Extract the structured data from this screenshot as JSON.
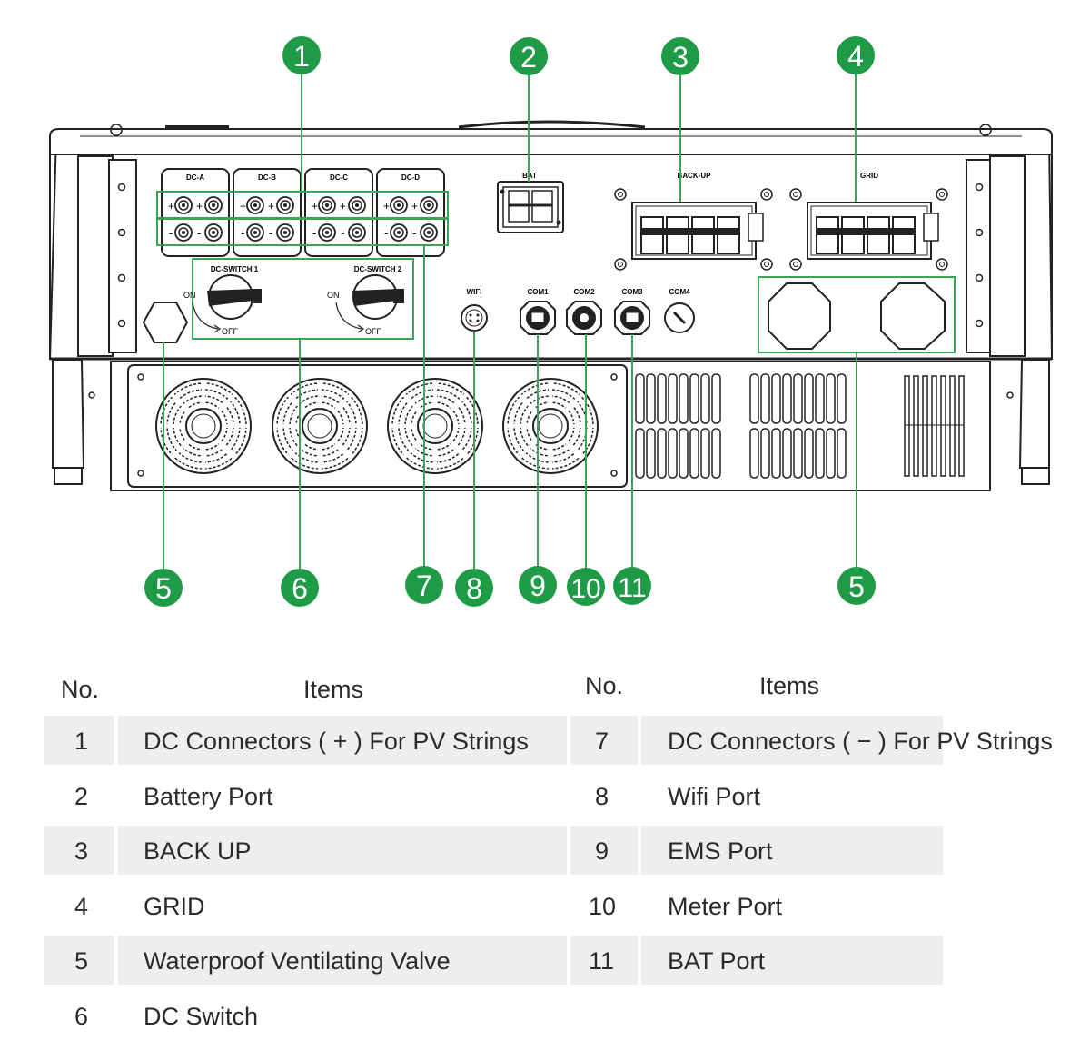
{
  "panel_labels": {
    "dc_a": "DC-A",
    "dc_b": "DC-B",
    "dc_c": "DC-C",
    "dc_d": "DC-D",
    "bat": "BAT",
    "backup": "BACK-UP",
    "grid": "GRID",
    "dc_switch_1": "DC-SWITCH 1",
    "dc_switch_2": "DC-SWITCH 2",
    "on": "ON",
    "off": "OFF",
    "wifi": "WIFI",
    "com1": "COM1",
    "com2": "COM2",
    "com3": "COM3",
    "com4": "COM4",
    "plus": "+",
    "minus": "-"
  },
  "callouts": {
    "c1": "1",
    "c2": "2",
    "c3": "3",
    "c4": "4",
    "c5a": "5",
    "c6": "6",
    "c7": "7",
    "c8": "8",
    "c9": "9",
    "c10": "10",
    "c11": "11",
    "c5b": "5"
  },
  "colors": {
    "callout_green": "#1f9a47",
    "highlight_green": "#3aa655",
    "row_shade": "#eeeeee"
  },
  "table": {
    "headers": {
      "no_left": "No.",
      "items_left": "Items",
      "no_right": "No.",
      "items_right": "Items"
    },
    "left": [
      {
        "no": "1",
        "item": "DC Connectors ( + ) For PV Strings"
      },
      {
        "no": "2",
        "item": "Battery Port"
      },
      {
        "no": "3",
        "item": "BACK UP"
      },
      {
        "no": "4",
        "item": "GRID"
      },
      {
        "no": "5",
        "item": "Waterproof Ventilating Valve"
      },
      {
        "no": "6",
        "item": "DC Switch"
      }
    ],
    "right": [
      {
        "no": "7",
        "item": "DC Connectors ( − ) For PV Strings"
      },
      {
        "no": "8",
        "item": "Wifi Port"
      },
      {
        "no": "9",
        "item": "EMS Port"
      },
      {
        "no": "10",
        "item": "Meter Port"
      },
      {
        "no": "11",
        "item": "BAT Port"
      }
    ]
  }
}
